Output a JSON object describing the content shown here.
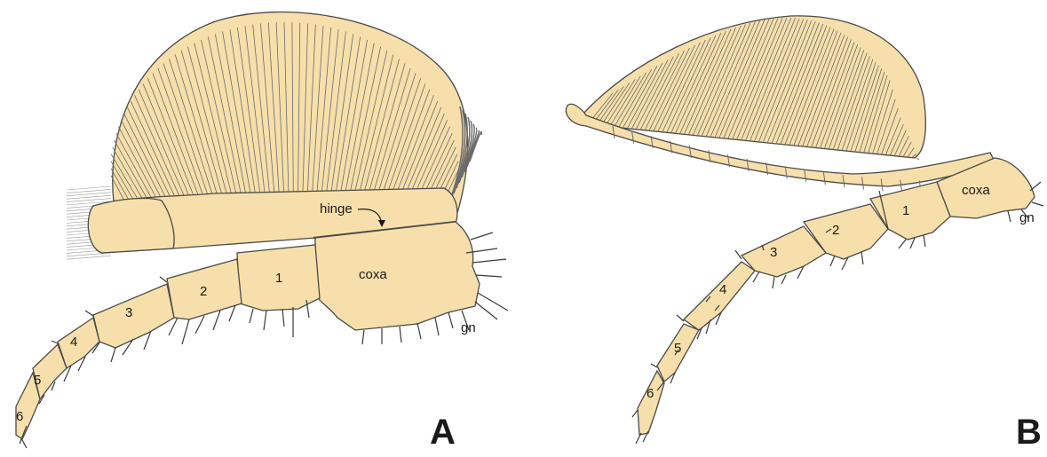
{
  "colors": {
    "appendage_fill": "#f6dfaa",
    "outline": "#4a4a4a",
    "background": "#ffffff"
  },
  "panel_a": {
    "panel_label": "A",
    "hinge_label": "hinge",
    "coxa_label": "coxa",
    "gn_label": "gn",
    "segments": [
      "1",
      "2",
      "3",
      "4",
      "5",
      "6"
    ]
  },
  "panel_b": {
    "panel_label": "B",
    "coxa_label": "coxa",
    "gn_label": "gn",
    "segments": [
      "1",
      "2",
      "3",
      "4",
      "5",
      "6"
    ]
  }
}
